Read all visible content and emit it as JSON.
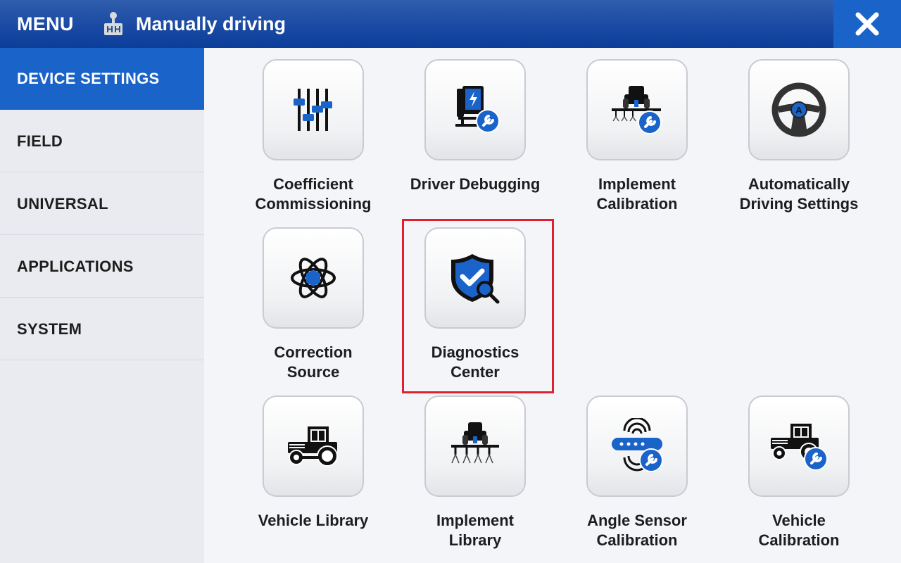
{
  "header": {
    "menu_label": "MENU",
    "mode_icon": "manual-gear-shift-icon",
    "mode_text": "Manually driving",
    "close_icon": "close-x-icon"
  },
  "sidebar": {
    "items": [
      {
        "label": "DEVICE SETTINGS",
        "active": true
      },
      {
        "label": "FIELD",
        "active": false
      },
      {
        "label": "UNIVERSAL",
        "active": false
      },
      {
        "label": "APPLICATIONS",
        "active": false
      },
      {
        "label": "SYSTEM",
        "active": false
      }
    ]
  },
  "tiles": [
    {
      "label_line1": "Coefficient",
      "label_line2": "Commissioning",
      "icon": "sliders-icon"
    },
    {
      "label_line1": "Driver Debugging",
      "label_line2": "",
      "icon": "driver-wrench-icon"
    },
    {
      "label_line1": "Implement",
      "label_line2": "Calibration",
      "icon": "implement-wrench-icon"
    },
    {
      "label_line1": "Automatically",
      "label_line2": "Driving Settings",
      "icon": "steering-wheel-icon"
    },
    {
      "label_line1": "Correction",
      "label_line2": "Source",
      "icon": "atom-icon"
    },
    {
      "label_line1": "Diagnostics",
      "label_line2": "Center",
      "icon": "shield-check-search-icon"
    },
    {
      "label_line1": "Vehicle Library",
      "label_line2": "",
      "icon": "tractor-icon"
    },
    {
      "label_line1": "Implement",
      "label_line2": "Library",
      "icon": "implement-sprayer-icon"
    },
    {
      "label_line1": "Angle Sensor",
      "label_line2": "Calibration",
      "icon": "angle-sensor-wrench-icon"
    },
    {
      "label_line1": "Vehicle",
      "label_line2": "Calibration",
      "icon": "tractor-wrench-icon"
    }
  ],
  "colors": {
    "header_blue": "#1a4aa3",
    "accent_blue": "#1a63c8",
    "highlight_red": "#e0202c"
  }
}
